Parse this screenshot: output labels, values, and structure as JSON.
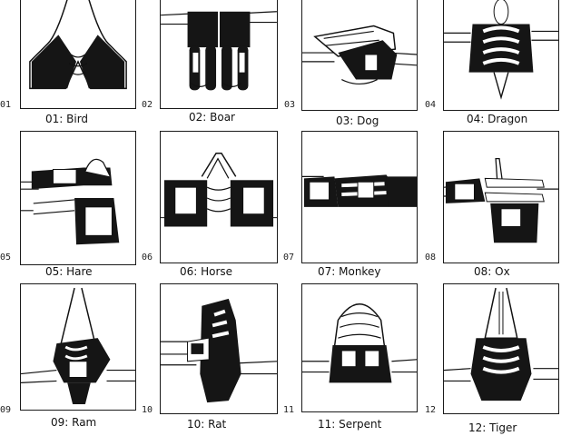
{
  "colors": {
    "ink": "#111111",
    "glove": "#151515",
    "plate": "#ffffff",
    "skin": "#ffffff"
  },
  "signs": [
    {
      "number": "01",
      "caption": "01: Bird",
      "icon": "bird-hand-seal-icon"
    },
    {
      "number": "02",
      "caption": "02: Boar",
      "icon": "boar-hand-seal-icon"
    },
    {
      "number": "03",
      "caption": "03: Dog",
      "icon": "dog-hand-seal-icon"
    },
    {
      "number": "04",
      "caption": "04: Dragon",
      "icon": "dragon-hand-seal-icon"
    },
    {
      "number": "05",
      "caption": "05: Hare",
      "icon": "hare-hand-seal-icon"
    },
    {
      "number": "06",
      "caption": "06: Horse",
      "icon": "horse-hand-seal-icon"
    },
    {
      "number": "07",
      "caption": "07: Monkey",
      "icon": "monkey-hand-seal-icon"
    },
    {
      "number": "08",
      "caption": "08: Ox",
      "icon": "ox-hand-seal-icon"
    },
    {
      "number": "09",
      "caption": "09: Ram",
      "icon": "ram-hand-seal-icon"
    },
    {
      "number": "10",
      "caption": "10: Rat",
      "icon": "rat-hand-seal-icon"
    },
    {
      "number": "11",
      "caption": "11: Serpent",
      "icon": "serpent-hand-seal-icon"
    },
    {
      "number": "12",
      "caption": "12: Tiger",
      "icon": "tiger-hand-seal-icon"
    }
  ]
}
